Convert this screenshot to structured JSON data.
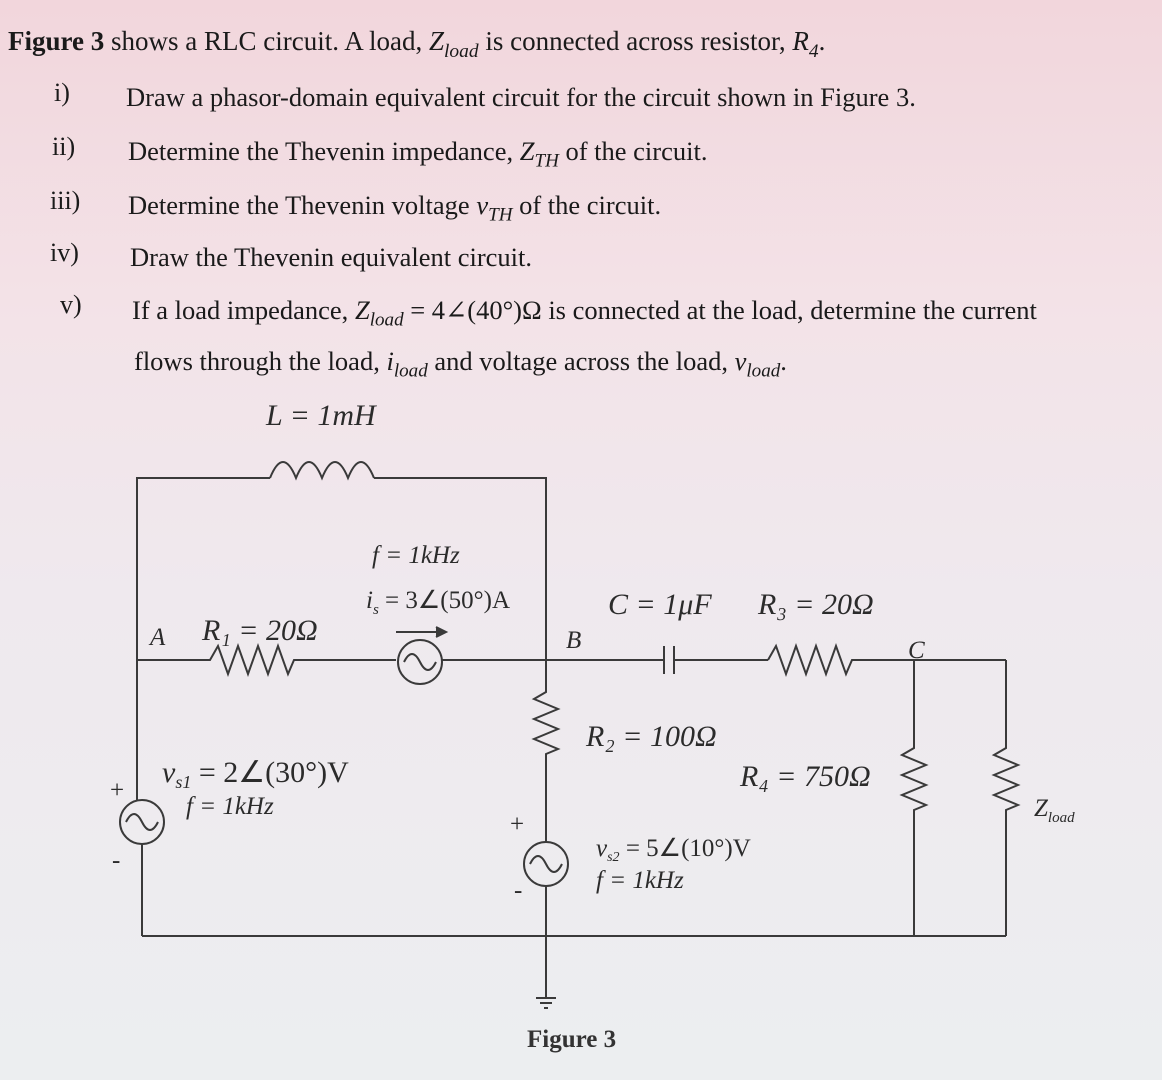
{
  "intro": {
    "fig_ref": "Figure 3",
    "text_a": " shows a RLC circuit. A load, ",
    "zload_main": "Z",
    "zload_sub": "load",
    "text_b": " is connected across resistor, ",
    "r4_main": "R",
    "r4_sub": "4",
    "end": "."
  },
  "questions": [
    {
      "num": "i)",
      "text": "Draw a phasor-domain equivalent circuit for the circuit shown in Figure 3."
    },
    {
      "num": "ii)",
      "text_a": "Determine the Thevenin impedance, ",
      "sym_main": "Z",
      "sym_sub": "TH",
      "text_b": " of the circuit."
    },
    {
      "num": "iii)",
      "text_a": "Determine the Thevenin voltage ",
      "sym_main": "v",
      "sym_sub": "TH",
      "text_b": " of the circuit."
    },
    {
      "num": "iv)",
      "text": "Draw the Thevenin equivalent circuit."
    },
    {
      "num": "v)",
      "line1_a": "If a load impedance, ",
      "line1_sym_main": "Z",
      "line1_sym_sub": "load",
      "line1_b": " = 4∠(40°)Ω is connected at the load, determine the current",
      "line2_a": "flows through the load, ",
      "line2_sym1_main": "i",
      "line2_sym1_sub": "load",
      "line2_b": " and voltage across the load, ",
      "line2_sym2_main": "v",
      "line2_sym2_sub": "load",
      "line2_end": "."
    }
  ],
  "circuit": {
    "inductor": "L = 1mH",
    "current_source_f": "f = 1kHz",
    "current_source_i": "i",
    "current_source_i_sub": "s",
    "current_source_val": " = 3∠(50°)A",
    "node_a": "A",
    "node_b": "B",
    "node_c": "C",
    "r1": "R₁ = 20Ω",
    "capacitor": "C = 1μF",
    "r3": "R₃ = 20Ω",
    "r2": "R₂ = 100Ω",
    "r4": "R₄ = 750Ω",
    "vs1_sym": "v",
    "vs1_sub": "s1",
    "vs1_val": " = 2∠(30°)V",
    "vs1_f": "f = 1kHz",
    "vs2_sym": "v",
    "vs2_sub": "s2",
    "vs2_val": " = 5∠(10°)V",
    "vs2_f": "f = 1kHz",
    "zload": "Z",
    "zload_sub": "load",
    "plus": "+",
    "minus": "-"
  },
  "figure_caption": "Figure 3"
}
